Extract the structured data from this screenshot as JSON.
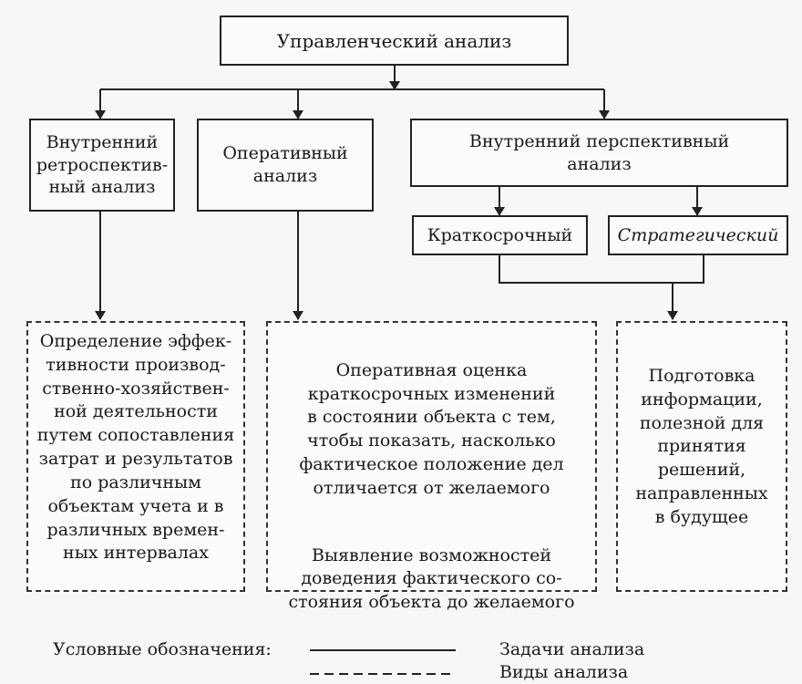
{
  "root": {
    "label": "Управленческий анализ"
  },
  "types": {
    "retrospective": "Внутренний\nретроспектив-\nный анализ",
    "operational": "Оперативный\nанализ",
    "perspective": "Внутренний перспективный\nанализ",
    "short_term": "Краткосрочный",
    "strategic": "Стратегический"
  },
  "tasks": {
    "retrospective": "Определение эффек-\nтивности производ-\nственно-хозяйствен-\nной деятельности\nпутем сопоставления\nзатрат и результатов\nпо различным\nобъектам учета и в\nразличных времен-\nных интервалах",
    "operational_1": "Оперативная оценка\nкраткосрочных изменений\nв состоянии объекта с тем,\nчтобы показать, насколько\nфактическое положение дел\nотличается от желаемого",
    "operational_2": "Выявление возможностей\nдоведения фактического со-\nстояния объекта до желаемого",
    "perspective": "Подготовка\nинформации,\nполезной для\nпринятия\nрешений,\nнаправленных\nв будущее"
  },
  "legend": {
    "title": "Условные обозначения:",
    "solid": "Задачи анализа",
    "dashed": "Виды анализа"
  }
}
